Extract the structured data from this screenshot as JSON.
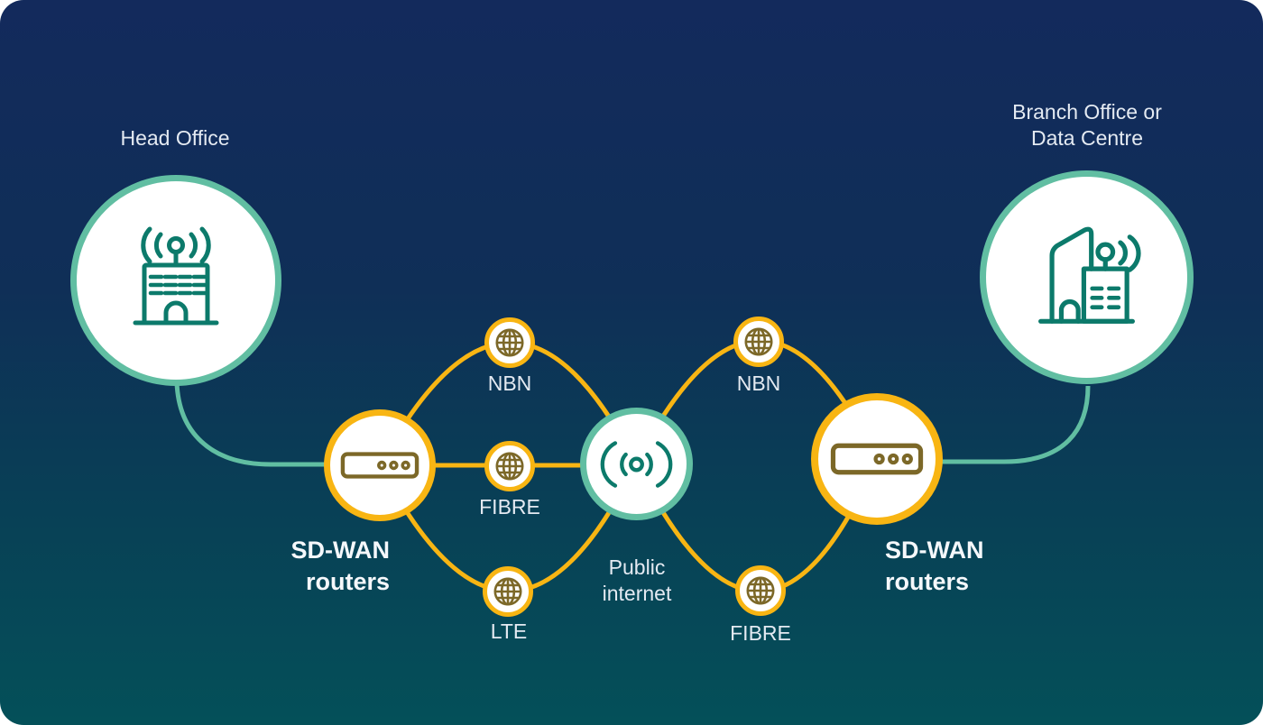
{
  "colors": {
    "bg_top": "#132A5C",
    "bg_bottom": "#045059",
    "accent_yellow": "#F8B513",
    "ring_teal": "#61BEA2",
    "icon_teal": "#0C7A6B",
    "icon_gold": "#7C6828",
    "node_fill": "#FFFFFF",
    "label_text": "#E4EAF2",
    "label_text_bold": "#F5F8FB"
  },
  "diagram": {
    "head_office": {
      "label": "Head Office",
      "icon": "office-building-icon"
    },
    "branch_office": {
      "label_line1": "Branch Office or",
      "label_line2": "Data Centre",
      "icon": "city-buildings-icon"
    },
    "router_left": {
      "label_line1": "SD-WAN",
      "label_line2": "routers",
      "icon": "router-icon"
    },
    "router_right": {
      "label_line1": "SD-WAN",
      "label_line2": "routers",
      "icon": "router-icon"
    },
    "public_internet": {
      "label_line1": "Public",
      "label_line2": "internet",
      "icon": "wireless-signal-icon"
    },
    "links_left": [
      {
        "label": "NBN"
      },
      {
        "label": "FIBRE"
      },
      {
        "label": "LTE"
      }
    ],
    "links_right": [
      {
        "label": "NBN"
      },
      {
        "label": "FIBRE"
      }
    ]
  }
}
